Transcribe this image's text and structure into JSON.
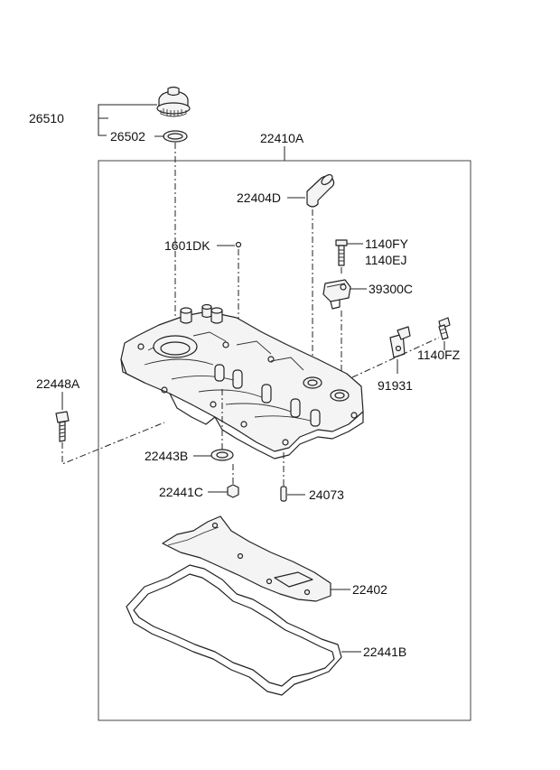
{
  "parts": {
    "p26510": "26510",
    "p26502": "26502",
    "p22410A": "22410A",
    "p22404D": "22404D",
    "p1601DK": "1601DK",
    "p1140FY": "1140FY",
    "p1140EJ": "1140EJ",
    "p39300C": "39300C",
    "p1140FZ": "1140FZ",
    "p91931": "91931",
    "p22448A": "22448A",
    "p22443B": "22443B",
    "p22441C": "22441C",
    "p24073": "24073",
    "p22402": "22402",
    "p22441B": "22441B"
  }
}
